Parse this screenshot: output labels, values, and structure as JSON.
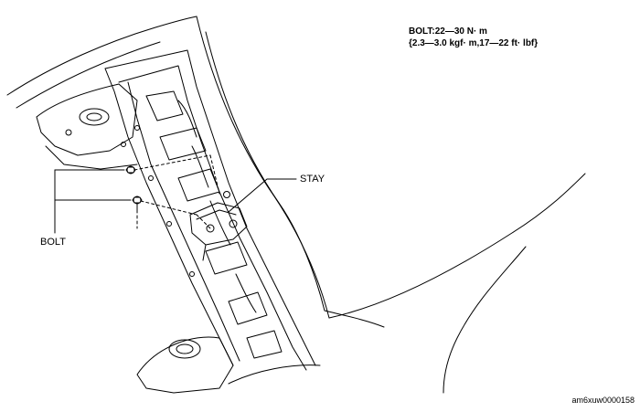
{
  "spec": {
    "line1": "BOLT:22—30  N· m",
    "line2": "{2.3—3.0  kgf· m,17—22  ft· lbf}"
  },
  "labels": {
    "stay": "STAY",
    "bolt": "BOLT"
  },
  "figure_code": "am6xuw0000158"
}
